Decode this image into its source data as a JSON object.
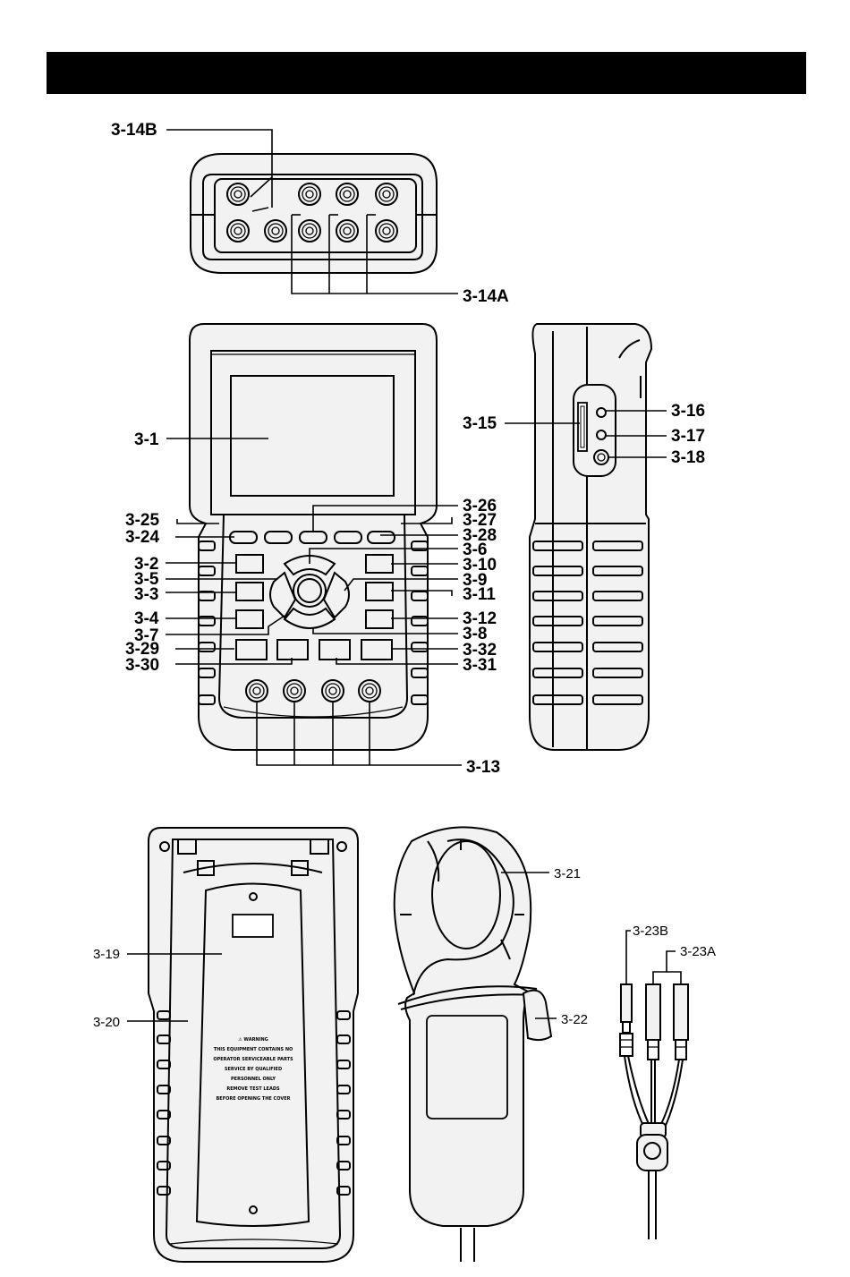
{
  "labels": {
    "l_3_14B": "3-14B",
    "l_3_14A": "3-14A",
    "l_3_1": "3-1",
    "l_3_25": "3-25",
    "l_3_24": "3-24",
    "l_3_2": "3-2",
    "l_3_5": "3-5",
    "l_3_3": "3-3",
    "l_3_4": "3-4",
    "l_3_7": "3-7",
    "l_3_29": "3-29",
    "l_3_30": "3-30",
    "l_3_26": "3-26",
    "l_3_27": "3-27",
    "l_3_28": "3-28",
    "l_3_6": "3-6",
    "l_3_10": "3-10",
    "l_3_9": "3-9",
    "l_3_11": "3-11",
    "l_3_12": "3-12",
    "l_3_8": "3-8",
    "l_3_32": "3-32",
    "l_3_31": "3-31",
    "l_3_13": "3-13",
    "l_3_15": "3-15",
    "l_3_16": "3-16",
    "l_3_17": "3-17",
    "l_3_18": "3-18",
    "l_3_19": "3-19",
    "l_3_20": "3-20",
    "l_3_21": "3-21",
    "l_3_22": "3-22",
    "l_3_23B": "3-23B",
    "l_3_23A": "3-23A"
  },
  "warning_lines": [
    "⚠ WARNING",
    "THIS EQUIPMENT CONTAINS NO",
    "OPERATOR SERVICEABLE PARTS",
    "SERVICE BY QUALIFIED",
    "PERSONNEL ONLY",
    "REMOVE TEST LEADS",
    "BEFORE OPENING THE COVER"
  ],
  "colors": {
    "ink": "#000000",
    "paper": "#ffffff",
    "header_bar": "#000000",
    "body_fill": "#f2f2f2"
  }
}
